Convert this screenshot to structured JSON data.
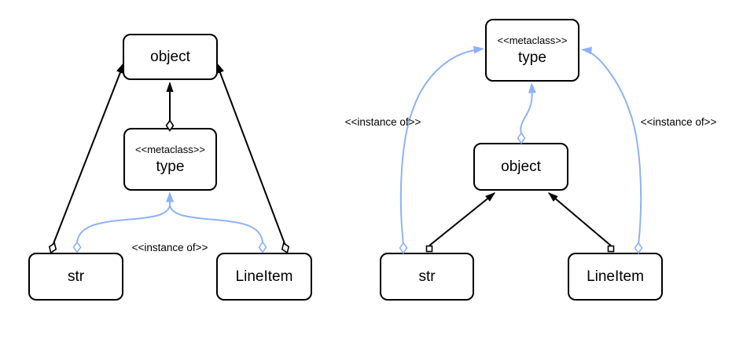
{
  "left_diagram": {
    "object_label": "object",
    "type_stereotype": "<<metaclass>>",
    "type_label": "type",
    "str_label": "str",
    "lineitem_label": "LineItem",
    "instance_of_label": "<<instance of>>"
  },
  "right_diagram": {
    "type_stereotype": "<<metaclass>>",
    "type_label": "type",
    "object_label": "object",
    "str_label": "str",
    "lineitem_label": "LineItem",
    "instance_of_label_left": "<<instance of>>",
    "instance_of_label_right": "<<instance of>>"
  },
  "colors": {
    "inheritance_edge": "#000000",
    "instance_of_edge": "#8EB2F7",
    "node_border": "#000000",
    "node_fill": "#FFFFFF",
    "text": "#000000",
    "background": "#FFFFFF"
  }
}
